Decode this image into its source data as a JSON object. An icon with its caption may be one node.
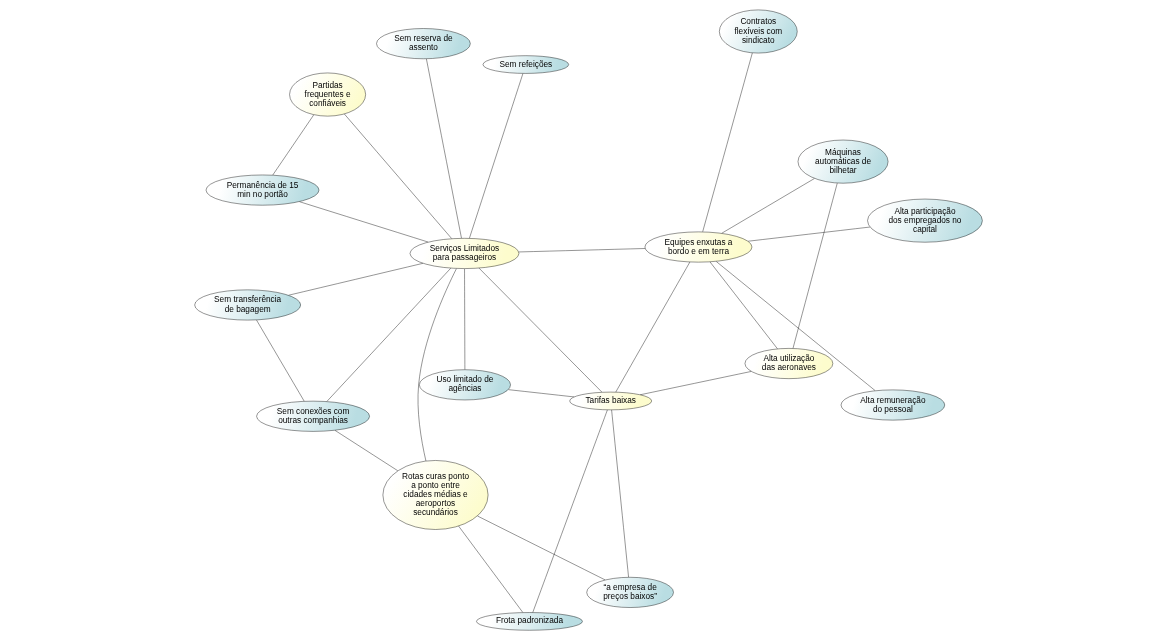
{
  "diagram": {
    "nodes": [
      {
        "text": [
          "Serviços Limitados para passageiros"
        ]
      },
      {
        "text": [
          "Sem refeições"
        ]
      },
      {
        "text": [
          "Sem transferência de bagagem"
        ]
      },
      {
        "text": [
          "Sem reserva de assento"
        ]
      },
      {
        "text": [
          "Sem conexões com outras companhias"
        ]
      },
      {
        "text": [
          "Partidas frequentes e confiáveis"
        ]
      },
      {
        "text": [
          "Permanência de 15 min no portão"
        ]
      },
      {
        "text": [
          "Uso limitado de agências"
        ]
      },
      {
        "text": [
          "Frota padronizada"
        ]
      },
      {
        "text": [
          "Rotas curas ponto a ponto entre cidades médias e aeroportos secundários"
        ]
      },
      {
        "text": [
          "Alta remuneração do pessoal"
        ]
      },
      {
        "text": [
          "Equipes enxutas a bordo e em terra"
        ]
      },
      {
        "text": [
          "Máquinas automáticas de bilhetar"
        ]
      },
      {
        "text": [
          "Tarifas baixas"
        ]
      },
      {
        "text": [
          "“a empresa de preços baixos”"
        ]
      },
      {
        "text": [
          "Alta utilização das aeronaves"
        ]
      },
      {
        "text": [
          "Alta participação dos empregados no capital"
        ]
      },
      {
        "text": [
          "Contratos flexíveis com sindicato"
        ]
      }
    ],
    "edges": [
      {
        "from": 1,
        "to": 0,
        "arrow": "none"
      },
      {
        "from": 3,
        "to": 0,
        "arrow": "none"
      },
      {
        "from": 5,
        "to": 0,
        "arrow": "none"
      },
      {
        "from": 6,
        "to": 0,
        "arrow": "none"
      },
      {
        "from": 0,
        "to": 2,
        "arrow": "none"
      },
      {
        "from": 0,
        "to": 4,
        "arrow": "none"
      },
      {
        "from": 0,
        "to": 9,
        "arrow": "none"
      },
      {
        "from": 0,
        "to": 7,
        "arrow": "none"
      },
      {
        "from": 0,
        "to": 13,
        "arrow": "none"
      },
      {
        "from": 0,
        "to": 11,
        "arrow": "none"
      },
      {
        "from": 2,
        "to": 4,
        "arrow": "none"
      },
      {
        "from": 4,
        "to": 9,
        "arrow": "none"
      },
      {
        "from": 5,
        "to": 6,
        "arrow": "none"
      },
      {
        "from": 8,
        "to": 9,
        "arrow": "none"
      },
      {
        "from": 9,
        "to": 14,
        "arrow": "none"
      },
      {
        "from": 8,
        "to": 13,
        "arrow": "none"
      },
      {
        "from": 7,
        "to": 13,
        "arrow": "none"
      },
      {
        "from": 13,
        "to": 14,
        "arrow": "none"
      },
      {
        "from": 13,
        "to": 15,
        "arrow": "none"
      },
      {
        "from": 12,
        "to": 15,
        "arrow": "none"
      },
      {
        "from": 10,
        "to": 11,
        "arrow": "none"
      },
      {
        "from": 11,
        "to": 12,
        "arrow": "none"
      },
      {
        "from": 11,
        "to": 13,
        "arrow": "none"
      },
      {
        "from": 11,
        "to": 15,
        "arrow": "none"
      },
      {
        "from": 11,
        "to": 16,
        "arrow": "none"
      },
      {
        "from": 11,
        "to": 17,
        "arrow": "none"
      }
    ]
  }
}
